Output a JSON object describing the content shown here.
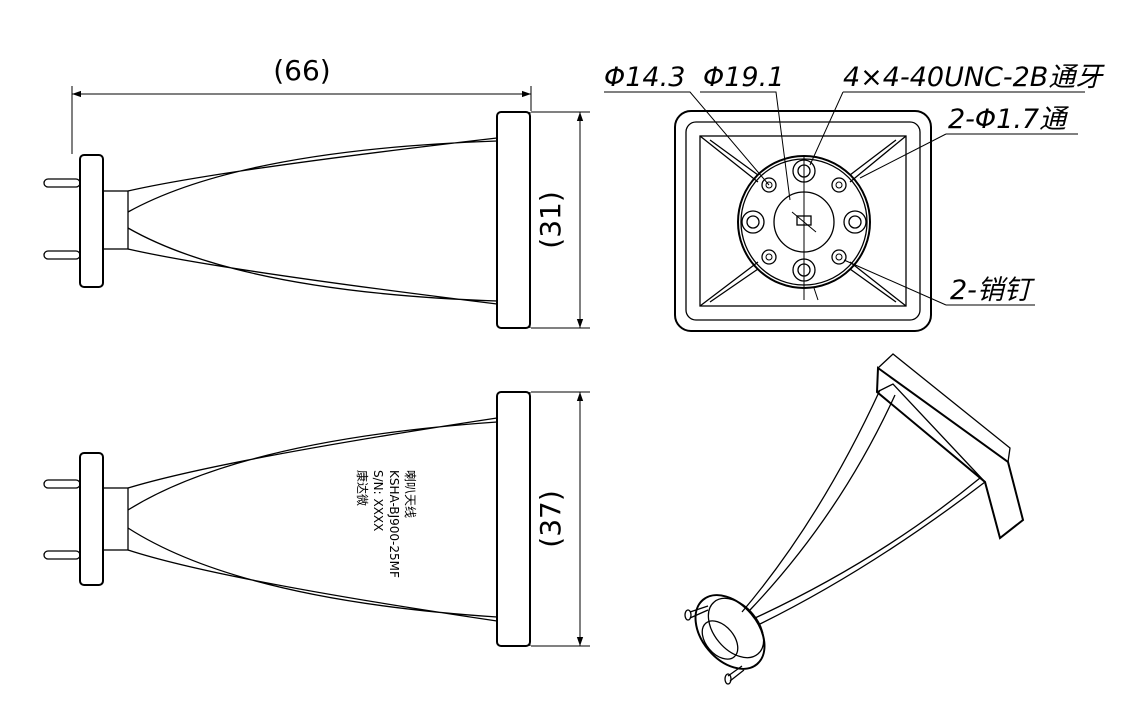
{
  "drawing": {
    "top_view": {
      "width_dim": "(66)",
      "height_dim": "(31)"
    },
    "bottom_view": {
      "height_dim": "(37)",
      "nameplate": [
        "喇叭天线",
        "KSHA-BJ900-25MF",
        "S/N: XXXX",
        "康达微"
      ]
    },
    "front_view": {
      "callouts": {
        "d1": "Φ14.3",
        "d2": "Φ19.1",
        "thread": "4×4-40UNC-2B通牙",
        "through_hole": "2-Φ1.7通",
        "pins": "2-销钉"
      }
    }
  }
}
